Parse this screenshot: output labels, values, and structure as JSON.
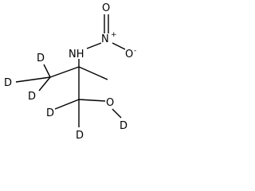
{
  "molecule": {
    "atoms": {
      "nh": "NH",
      "n": "N",
      "o_top": "O",
      "o_right": "O",
      "o_charge": "-",
      "n_charge": "+",
      "o_hydroxyl": "O",
      "d_methyl_top": "D",
      "d_methyl_left": "D",
      "d_methyl_bottom": "D",
      "d_methylene_left": "D",
      "d_methylene_bottom": "D",
      "d_hydroxyl": "D"
    },
    "colors": {
      "ink": "#000000",
      "background": "#ffffff"
    }
  }
}
